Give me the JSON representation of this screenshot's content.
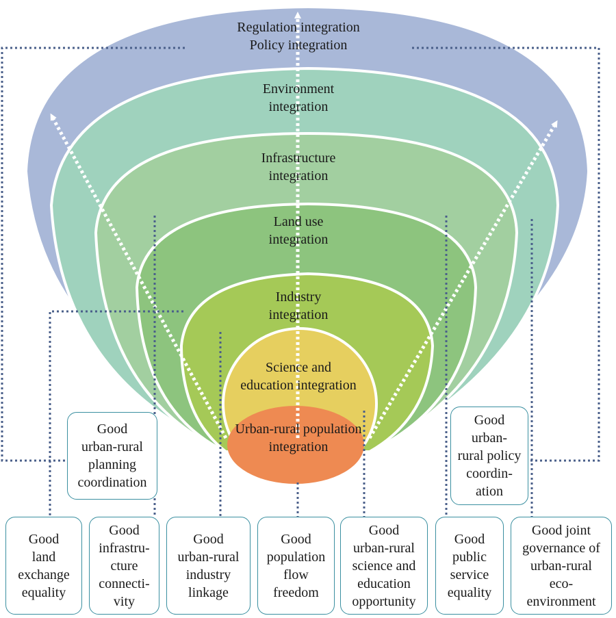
{
  "layers": {
    "regulation": "Regulation integration\nPolicy integration",
    "environment": "Environment\nintegration",
    "infrastructure": "Infrastructure\nintegration",
    "landuse": "Land use\nintegration",
    "industry": "Industry\nintegration",
    "science": "Science and\neducation integration",
    "population": "Urban-rural population\nintegration"
  },
  "boxes": {
    "planning": "Good\nurban-rural\nplanning\ncoordination",
    "policy": "Good\nurban-\nrural policy\ncoordin-\nation",
    "land": "Good\nland\nexchange\nequality",
    "infra": "Good\ninfrastru-\ncture\nconnecti-\nvity",
    "industry": "Good\nurban-rural\nindustry\nlinkage",
    "population": "Good\npopulation\nflow\nfreedom",
    "science": "Good\nurban-rural\nscience and\neducation\nopportunity",
    "public": "Good\npublic\nservice\nequality",
    "eco": "Good joint\ngovernance of\nurban-rural\neco-\nenvironment"
  },
  "colors": {
    "regulation": "#a9b8d8",
    "environment": "#9fd2bd",
    "infrastructure": "#a2cfa0",
    "landuse": "#8dc47e",
    "industry": "#a5c957",
    "science": "#e6cf5f",
    "population": "#ee8a52",
    "dotted": "#4a5f8a",
    "box_border": "#3a8fa0"
  }
}
